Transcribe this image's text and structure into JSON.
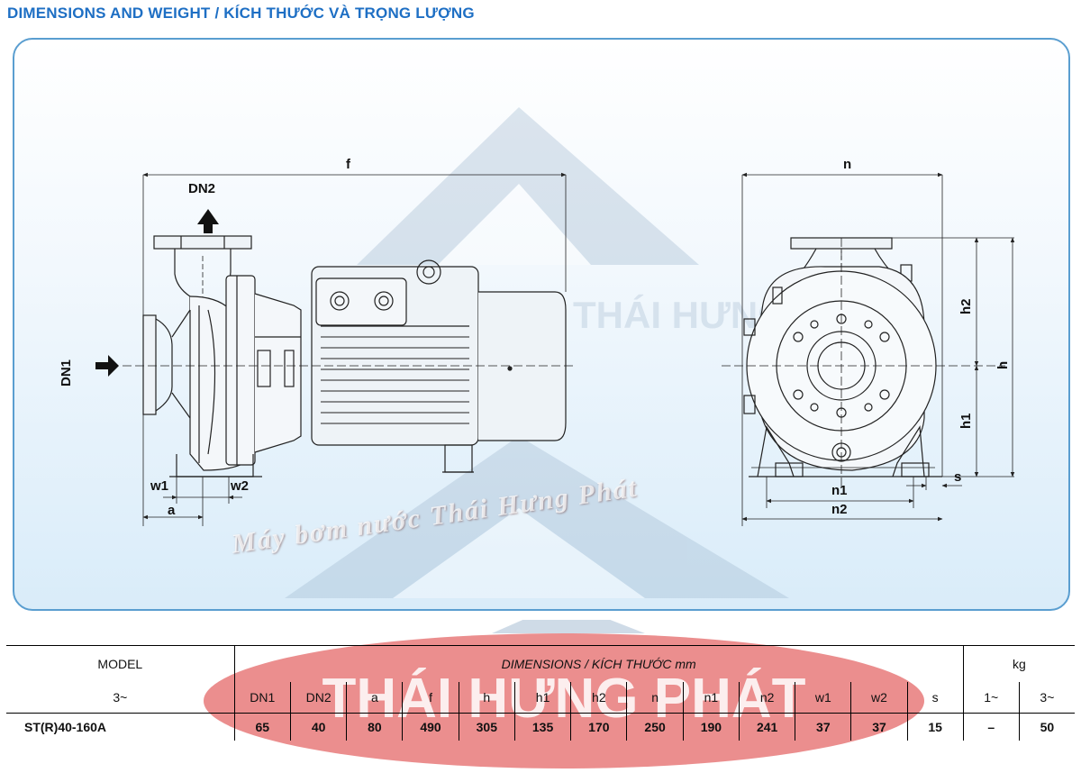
{
  "title": "DIMENSIONS AND WEIGHT / KÍCH THƯỚC VÀ TRỌNG LƯỢNG",
  "watermark": {
    "slogan": "Máy bơm nước Thái Hưng Phát",
    "brand": "THÁI HƯNG PHÁT",
    "brand_small": "THÁI HƯNG PHÁT"
  },
  "drawing_labels": {
    "f": "f",
    "dn2": "DN2",
    "dn1": "DN1",
    "w1": "w1",
    "w2": "w2",
    "a": "a",
    "n": "n",
    "h2": "h2",
    "h": "h",
    "h1": "h1",
    "s": "s",
    "n1": "n1",
    "n2": "n2"
  },
  "table": {
    "model_header": "MODEL",
    "dims_header": "DIMENSIONS / KÍCH THƯỚC mm",
    "kg_header": "kg",
    "phase_label": "3~",
    "columns": [
      "DN1",
      "DN2",
      "a",
      "f",
      "h",
      "h1",
      "h2",
      "n",
      "n1",
      "n2",
      "w1",
      "w2",
      "s",
      "1~",
      "3~"
    ],
    "rows": [
      {
        "model": "ST(R)40-160A",
        "values": [
          "65",
          "40",
          "80",
          "490",
          "305",
          "135",
          "170",
          "250",
          "190",
          "241",
          "37",
          "37",
          "15",
          "–",
          "50"
        ]
      }
    ]
  },
  "colors": {
    "title": "#1e6fc4",
    "panel_border": "#5a9ed0",
    "watermark_red": "#e87a7a"
  }
}
